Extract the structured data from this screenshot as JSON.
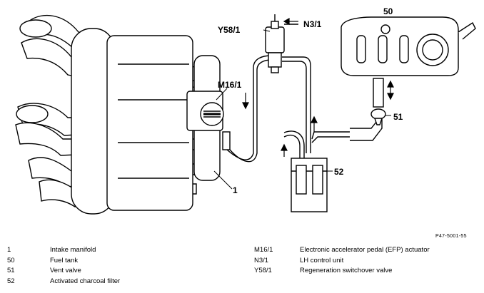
{
  "callouts": {
    "c50": "50",
    "y58": "Y58/1",
    "n3": "N3/1",
    "m16": "M16/1",
    "c51": "51",
    "c52": "52",
    "c1": "1"
  },
  "figure_ref": "P47-5001-55",
  "legend": {
    "left": [
      {
        "code": "1",
        "text": "Intake manifold"
      },
      {
        "code": "50",
        "text": "Fuel tank"
      },
      {
        "code": "51",
        "text": "Vent valve"
      },
      {
        "code": "52",
        "text": "Activated charcoal filter"
      }
    ],
    "right": [
      {
        "code": "M16/1",
        "text": "Electronic accelerator pedal (EFP) actuator"
      },
      {
        "code": "N3/1",
        "text": "LH control unit"
      },
      {
        "code": "Y58/1",
        "text": "Regeneration switchover valve"
      }
    ]
  }
}
